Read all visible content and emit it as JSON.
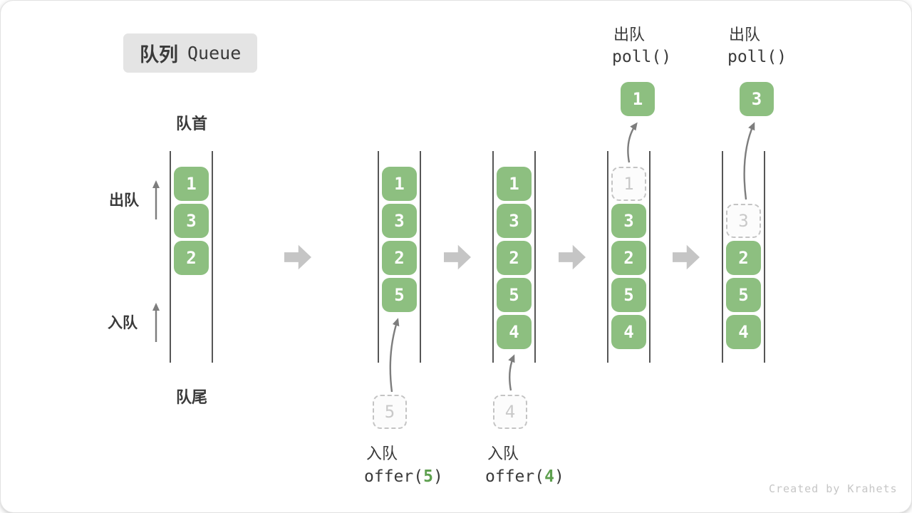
{
  "title": {
    "zh": "队列",
    "en": "Queue"
  },
  "labels": {
    "front": "队首",
    "rear": "队尾",
    "dequeue": "出队",
    "enqueue": "入队"
  },
  "colors": {
    "block_green": "#8dbf80",
    "code_arg_green": "#5ea04f",
    "step_arrow_gray": "#c5c5c5",
    "rail_gray": "#565656",
    "ghost_gray": "#c9c9c9",
    "text_dark": "#3a3a3a"
  },
  "queues": [
    {
      "name": "state-initial",
      "blocks": [
        "1",
        "3",
        "2"
      ]
    },
    {
      "name": "state-after-offer-5",
      "blocks": [
        "1",
        "3",
        "2",
        "5"
      ],
      "op": {
        "label": "入队",
        "fn_pre": "offer(",
        "fn_arg": "5",
        "fn_post": ")",
        "pending": "5"
      }
    },
    {
      "name": "state-after-offer-4",
      "blocks": [
        "1",
        "3",
        "2",
        "5",
        "4"
      ],
      "op": {
        "label": "入队",
        "fn_pre": "offer(",
        "fn_arg": "4",
        "fn_post": ")",
        "pending": "4"
      }
    },
    {
      "name": "state-after-poll-1",
      "blocks": [
        "3",
        "2",
        "5",
        "4"
      ],
      "removed": "1",
      "op": {
        "label": "出队",
        "fn": "poll()"
      }
    },
    {
      "name": "state-after-poll-3",
      "blocks": [
        "2",
        "5",
        "4"
      ],
      "removed": "3",
      "op": {
        "label": "出队",
        "fn": "poll()"
      }
    }
  ],
  "watermark": "Created by Krahets"
}
